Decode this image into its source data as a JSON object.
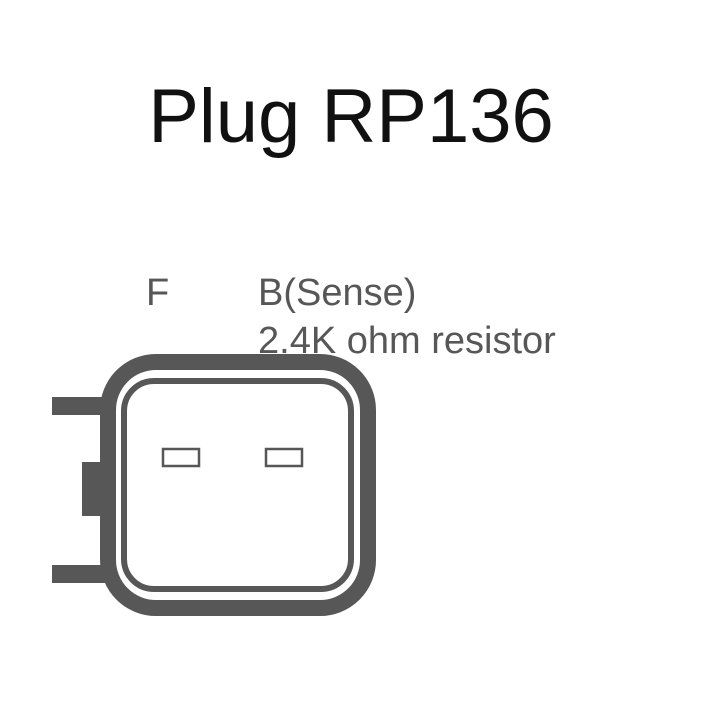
{
  "title": "Plug RP136",
  "pins": {
    "f": {
      "label": "F"
    },
    "b": {
      "label": "B(Sense)",
      "description": "2.4K ohm resistor"
    }
  },
  "colors": {
    "outline": "#575757",
    "terminal_fill": "#ffffff",
    "background": "#ffffff",
    "title_text": "#111111",
    "label_text": "#575757"
  }
}
